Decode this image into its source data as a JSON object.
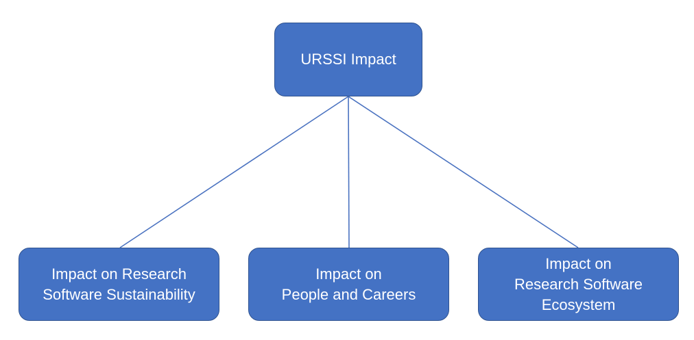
{
  "colors": {
    "node_fill": "#4472c4",
    "node_border": "#2f528f",
    "node_text": "#ffffff",
    "connector": "#4a72c0"
  },
  "root": {
    "lines": [
      "URSSI Impact"
    ]
  },
  "children": [
    {
      "lines": [
        "Impact on Research",
        "Software Sustainability"
      ]
    },
    {
      "lines": [
        "Impact on",
        "People and Careers"
      ]
    },
    {
      "lines": [
        "Impact on",
        "Research Software",
        "Ecosystem"
      ]
    }
  ]
}
